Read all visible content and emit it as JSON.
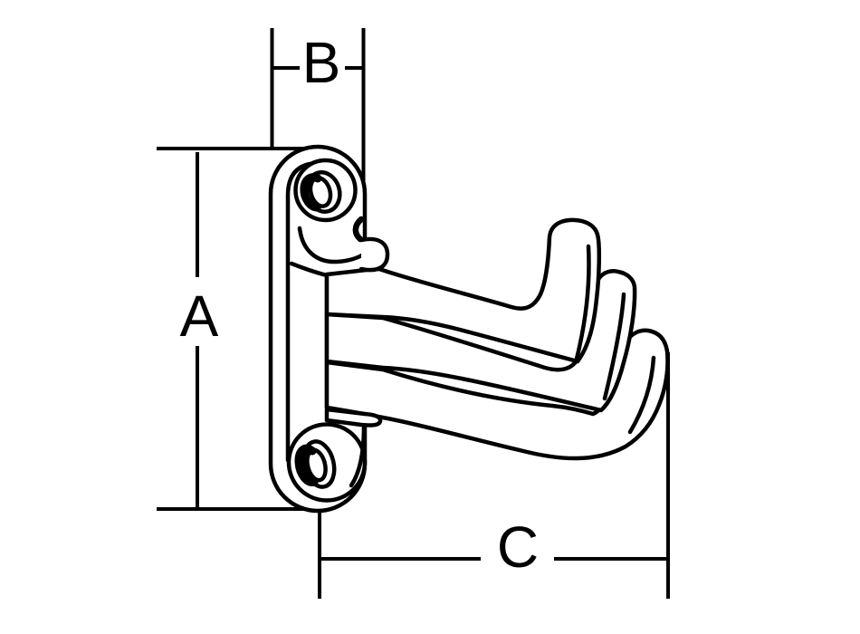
{
  "diagram": {
    "description": "Black and white technical line drawing of a wall-mounted triple coat hook (side view) with a mounting plate, two countersunk screw holes, three upturned hook prongs, and dimension callouts",
    "background_color": "#ffffff",
    "line_color": "#000000",
    "dimension_labels": {
      "a": "A",
      "b": "B",
      "c": "C"
    },
    "dimension_meaning": {
      "a": "vertical-height-of-mounting-plate",
      "b": "width-of-mounting-plate",
      "c": "horizontal-projection-depth-of-hooks"
    }
  }
}
